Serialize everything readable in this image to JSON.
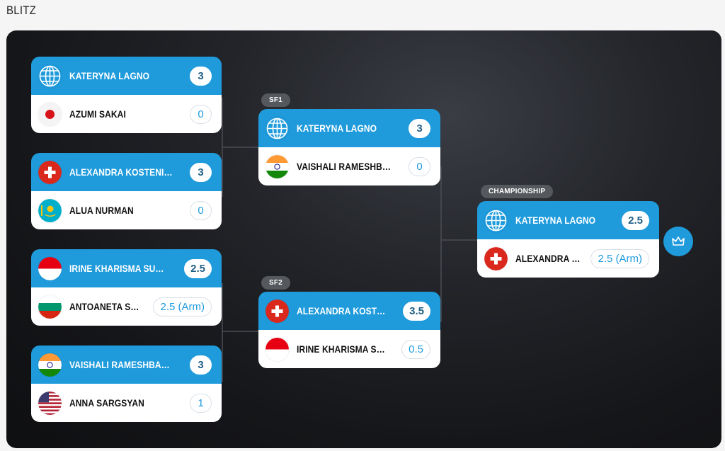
{
  "page": {
    "title": "BLITZ"
  },
  "rounds": {
    "quarterfinals": [
      {
        "winner": {
          "name": "KATERYNA LAGNO",
          "score": "3",
          "flag": "globe-icon"
        },
        "loser": {
          "name": "AZUMI SAKAI",
          "score": "0",
          "flag": "japan-flag-icon"
        }
      },
      {
        "winner": {
          "name": "ALEXANDRA KOSTENIUK",
          "score": "3",
          "flag": "switzerland-flag-icon"
        },
        "loser": {
          "name": "ALUA NURMAN",
          "score": "0",
          "flag": "kazakhstan-flag-icon"
        }
      },
      {
        "winner": {
          "name": "IRINE KHARISMA SUKANDAR",
          "score": "2.5",
          "flag": "indonesia-flag-icon"
        },
        "loser": {
          "name": "ANTOANETA STEFANOVA",
          "score": "2.5 (Arm)",
          "flag": "bulgaria-flag-icon"
        }
      },
      {
        "winner": {
          "name": "VAISHALI RAMESHBABU",
          "score": "3",
          "flag": "india-flag-icon"
        },
        "loser": {
          "name": "ANNA SARGSYAN",
          "score": "1",
          "flag": "usa-flag-icon"
        }
      }
    ],
    "semifinals": [
      {
        "label": "SF1",
        "winner": {
          "name": "KATERYNA LAGNO",
          "score": "3",
          "flag": "globe-icon"
        },
        "loser": {
          "name": "VAISHALI RAMESHBABU",
          "score": "0",
          "flag": "india-flag-icon"
        }
      },
      {
        "label": "SF2",
        "winner": {
          "name": "ALEXANDRA KOSTENIUK",
          "score": "3.5",
          "flag": "switzerland-flag-icon"
        },
        "loser": {
          "name": "IRINE KHARISMA SUKANDAR",
          "score": "0.5",
          "flag": "indonesia-flag-icon"
        }
      }
    ],
    "final": {
      "label": "CHAMPIONSHIP",
      "winner": {
        "name": "KATERYNA LAGNO",
        "score": "2.5",
        "flag": "globe-icon"
      },
      "loser": {
        "name": "ALEXANDRA KOSTENIUK",
        "score": "2.5 (Arm)",
        "flag": "switzerland-flag-icon"
      }
    }
  },
  "champion_button": {
    "icon": "crown-icon"
  },
  "colors": {
    "accent": "#1f9bdc",
    "board": "#151619",
    "tag": "#55585d"
  }
}
